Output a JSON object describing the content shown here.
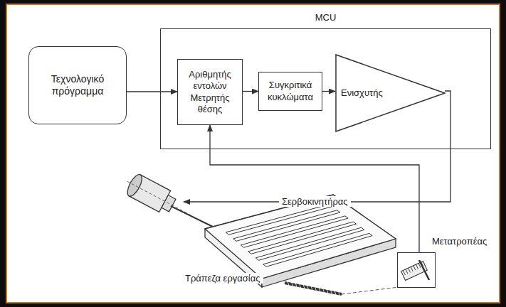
{
  "diagram": {
    "nodes": [
      {
        "text": [
          "Τεχνολογικό πρόγραμμα"
        ]
      },
      {
        "text": [
          "MCU"
        ]
      },
      {
        "text": [
          "Αριθμητής εντολών",
          "Μετρητής θέσης"
        ],
        "in": 1
      },
      {
        "text": [
          "Συγκριτικά κυκλώματα"
        ],
        "in": 1
      },
      {
        "text": [
          "Ενισχυτής"
        ],
        "in": 1
      },
      {
        "text": [
          "Μετατροπέας"
        ]
      }
    ],
    "edges": [
      {
        "from": 0,
        "to": 2,
        "arrow": "to"
      },
      {
        "from": 2,
        "to": 3,
        "arrow": "to"
      },
      {
        "from": 3,
        "to": 4,
        "arrow": "to"
      },
      {
        "from": 5,
        "to": 2,
        "arrow": "to"
      }
    ],
    "labels": [
      "Σερβοκινητήρας",
      "Τράπεζα εργασίας"
    ]
  }
}
